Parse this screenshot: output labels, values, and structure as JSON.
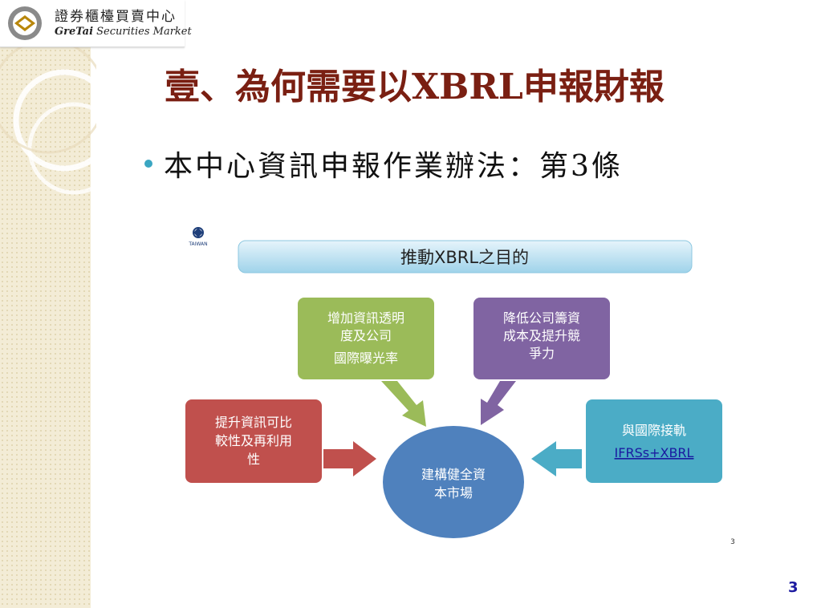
{
  "logo": {
    "cn": "證券櫃檯買賣中心",
    "en_prefix": "GreTai",
    "en_suffix": " Securities Market"
  },
  "slide": {
    "title": "壹、為何需要以XBRL申報財報",
    "bullet": "本中心資訊申報作業辦法：第3條",
    "page_number": "3"
  },
  "diagram": {
    "small_logo_text": "TAIWAN",
    "header": "推動XBRL之目的",
    "green_box": {
      "line1": "增加資訊透明",
      "line2": "度及公司",
      "line3": "國際曝光率"
    },
    "purple_box": {
      "line1": "降低公司籌資",
      "line2": "成本及提升競",
      "line3": "爭力"
    },
    "red_box": {
      "line1": "提升資訊可比",
      "line2": "較性及再利用",
      "line3": "性"
    },
    "cyan_box": {
      "line1": "與國際接軌",
      "line2": "IFRSs+XBRL"
    },
    "center": {
      "line1": "建構健全資",
      "line2": "本市場"
    },
    "inner_page_number": "3"
  },
  "colors": {
    "title": "#7a1f12",
    "green": "#9bbb59",
    "purple": "#8064a2",
    "red": "#c0504d",
    "cyan": "#4bacc6",
    "center": "#4f81bd"
  }
}
